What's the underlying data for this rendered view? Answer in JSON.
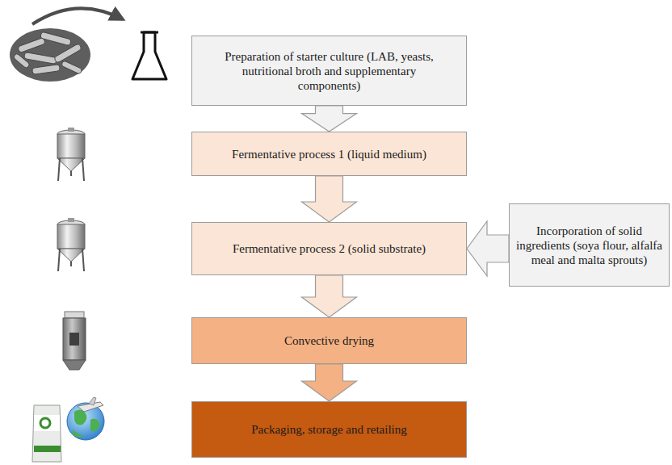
{
  "diagram": {
    "nodes": [
      {
        "text": [
          "Preparation of starter culture (LAB, yeasts, nutritional broth and supplementary components)"
        ]
      },
      {
        "text": [
          "Fermentative process 1 (liquid medium)"
        ]
      },
      {
        "text": [
          "Fermentative process 2 (solid substrate)"
        ]
      },
      {
        "text": [
          "Convective drying"
        ]
      },
      {
        "text": [
          "Packaging, storage and retailing"
        ]
      },
      {
        "text": [
          "Incorporation of solid ingredients (soya flour, alfalfa meal and malta sprouts)"
        ]
      }
    ],
    "edges": [
      {
        "from": 0,
        "to": 1,
        "arrow": "to"
      },
      {
        "from": 1,
        "to": 2,
        "arrow": "to"
      },
      {
        "from": 5,
        "to": 2,
        "arrow": "to"
      },
      {
        "from": 2,
        "to": 3,
        "arrow": "to"
      },
      {
        "from": 3,
        "to": 4,
        "arrow": "to"
      }
    ]
  }
}
